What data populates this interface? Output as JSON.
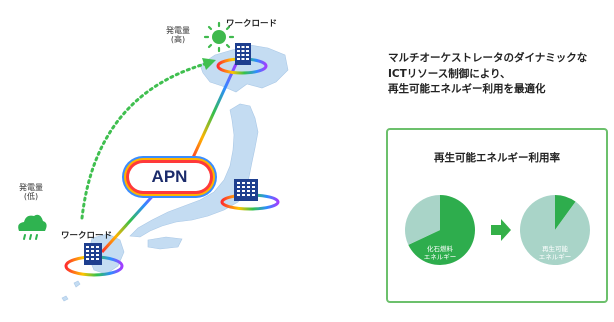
{
  "diagram": {
    "generation_high_label": "発電量\n(高)",
    "generation_low_label": "発電量\n(低)",
    "workload_label_north": "ワークロード",
    "workload_label_south": "ワークロード",
    "network_label": "APN",
    "icons": [
      "sun-icon",
      "rain-cloud-icon",
      "building-icon",
      "japan-map",
      "green-arrow-icon"
    ],
    "colors": {
      "map": "#c4dcf2",
      "arc_arrow": "#3fbf4f",
      "building": "#1e3f8f",
      "pie_green": "#2ead4d",
      "pie_light": "#a9d4c8",
      "card_border": "#6cc06c"
    }
  },
  "headline": {
    "line1": "マルチオーケストレータのダイナミックな",
    "line2": "ICTリソース制御により、",
    "line3": "再生可能エネルギー利用を最適化"
  },
  "card": {
    "title": "再生可能エネルギー利用率",
    "before_label": "化石燃料\nエネルギー",
    "after_label": "再生可能\nエネルギー"
  },
  "chart_data": {
    "type": "pie",
    "charts": [
      {
        "name": "before",
        "slices": [
          {
            "label": "化石燃料 エネルギー",
            "value": 0.68
          },
          {
            "label": "再生可能 エネルギー",
            "value": 0.32
          }
        ]
      },
      {
        "name": "after",
        "slices": [
          {
            "label": "化石燃料 エネルギー",
            "value": 0.1
          },
          {
            "label": "再生可能 エネルギー",
            "value": 0.9
          }
        ]
      }
    ]
  }
}
